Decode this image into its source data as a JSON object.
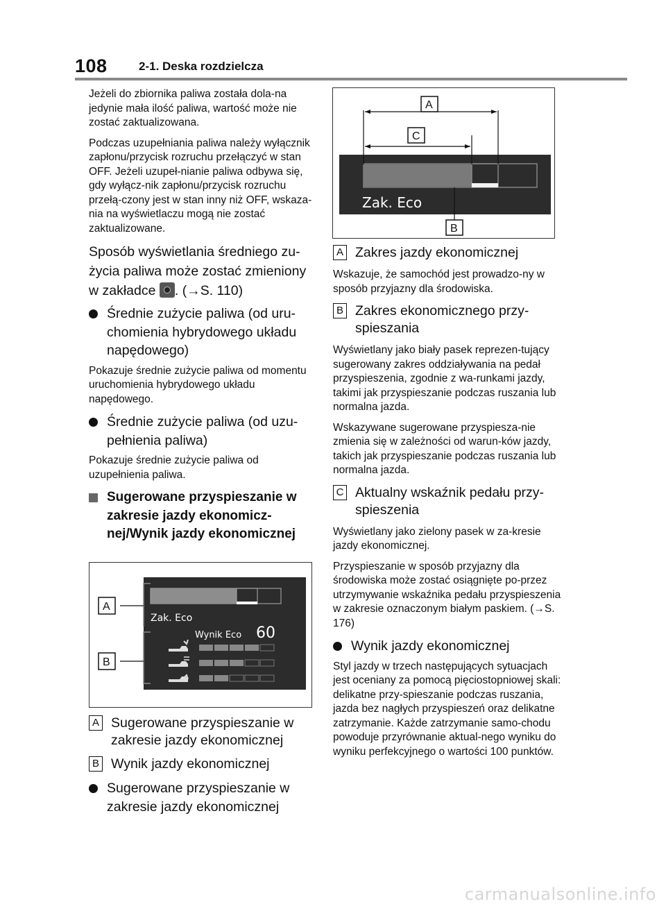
{
  "header": {
    "page_number": "108",
    "section": "2-1. Deska rozdzielcza"
  },
  "left": {
    "p1": "Jeżeli do zbiornika paliwa została dola-na jedynie mała ilość paliwa, wartość może nie zostać zaktualizowana.",
    "p2": "Podczas uzupełniania paliwa należy wyłącznik zapłonu/przycisk rozruchu przełączyć w stan OFF. Jeżeli uzupeł-nianie paliwa odbywa się, gdy wyłącz-nik zapłonu/przycisk rozruchu przełą-czony jest w stan inny niż OFF, wskaza-nia na wyświetlaczu mogą nie zostać zaktualizowane.",
    "lead_a": "Sposób wyświetlania średniego zu-życia paliwa może zostać zmieniony w zakładce",
    "lead_b": ". (→S. 110)",
    "b1_title": "Średnie zużycie paliwa (od uru-chomienia hybrydowego układu napędowego)",
    "b1_text": "Pokazuje średnie zużycie paliwa od momentu uruchomienia hybrydowego układu napędowego.",
    "b2_title": "Średnie zużycie paliwa (od uzu-pełnienia paliwa)",
    "b2_text": "Pokazuje średnie zużycie paliwa od uzupełnienia paliwa.",
    "sq_title": "Sugerowane przyspieszanie w zakresie jazdy ekonomicz-nej/Wynik jazdy ekonomicznej",
    "fig_label": "Zak. Eco",
    "fig_score_label": "Wynik Eco",
    "fig_score": "60",
    "item_a_letter": "A",
    "item_a": "Sugerowane przyspieszanie w zakresie jazdy ekonomicznej",
    "item_b_letter": "B",
    "item_b": "Wynik jazdy ekonomicznej",
    "b3_title": "Sugerowane przyspieszanie w zakresie jazdy ekonomicznej"
  },
  "right": {
    "fig_label": "Zak. Eco",
    "fig_letters": {
      "a": "A",
      "b": "B",
      "c": "C"
    },
    "item_a_letter": "A",
    "item_a": "Zakres jazdy ekonomicznej",
    "item_a_text": "Wskazuje, że samochód jest prowadzo-ny w sposób przyjazny dla środowiska.",
    "item_b_letter": "B",
    "item_b": "Zakres ekonomicznego przy-spieszania",
    "item_b_text1": "Wyświetlany jako biały pasek reprezen-tujący sugerowany zakres oddziaływania na pedał przyspieszenia, zgodnie z wa-runkami jazdy, takimi jak przyspieszanie podczas ruszania lub normalna jazda.",
    "item_b_text2": "Wskazywane sugerowane przyspiesza-nie zmienia się w zależności od warun-ków jazdy, takich jak przyspieszanie podczas ruszania lub normalna jazda.",
    "item_c_letter": "C",
    "item_c": "Aktualny wskaźnik pedału przy-spieszenia",
    "item_c_text1": "Wyświetlany jako zielony pasek w za-kresie jazdy ekonomicznej.",
    "item_c_text2": "Przyspieszanie w sposób przyjazny dla środowiska może zostać osiągnięte po-przez utrzymywanie wskaźnika pedału przyspieszenia w zakresie oznaczonym białym paskiem. (→S. 176)",
    "b_title": "Wynik jazdy ekonomicznej",
    "b_text": "Styl jazdy w trzech następujących sytuacjach jest oceniany za pomocą pięciostopniowej skali: delikatne przy-spieszanie podczas ruszania, jazda bez nagłych przyspieszeń oraz delikatne zatrzymanie. Każde zatrzymanie samo-chodu powoduje przyrównanie aktual-nego wyniku do wyniku perfekcyjnego o wartości 100 punktów."
  },
  "watermark": "carmanualsonline.info",
  "colors": {
    "display_bg": "#2c2c2c",
    "rule": "#8a8a8a"
  },
  "icons": [
    "settings-icon",
    "car-accelerate-icon",
    "car-cruise-icon",
    "car-brake-icon"
  ]
}
